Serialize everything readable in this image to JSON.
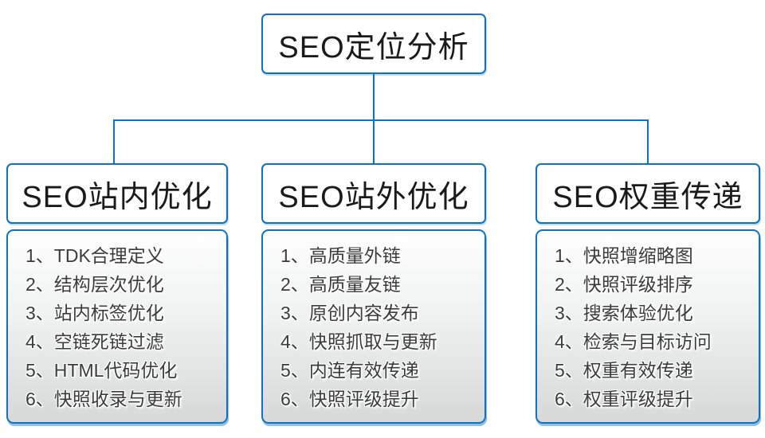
{
  "diagram": {
    "root": {
      "label": "SEO定位分析"
    },
    "columns": [
      {
        "header": "SEO站内优化",
        "items": [
          "1、TDK合理定义",
          "2、结构层次优化",
          "3、站内标签优化",
          "4、空链死链过滤",
          "5、HTML代码优化",
          "6、快照收录与更新"
        ]
      },
      {
        "header": "SEO站外优化",
        "items": [
          "1、高质量外链",
          "2、高质量友链",
          "3、原创内容发布",
          "4、快照抓取与更新",
          "5、内连有效传递",
          "6、快照评级提升"
        ]
      },
      {
        "header": "SEO权重传递",
        "items": [
          "1、快照增缩略图",
          "2、快照评级排序",
          "3、搜索体验优化",
          "4、检索与目标访问",
          "5、权重有效传递",
          "6、权重评级提升"
        ]
      }
    ],
    "colors": {
      "accent_blue": "#0d72c4"
    }
  }
}
